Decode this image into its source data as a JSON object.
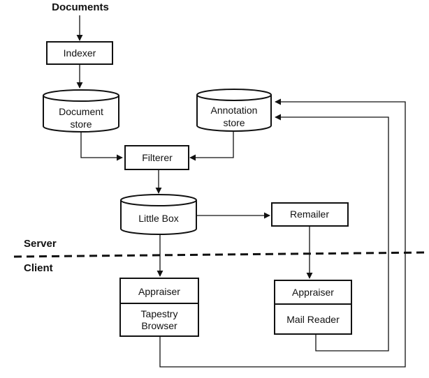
{
  "diagram": {
    "input_label": "Documents",
    "indexer": "Indexer",
    "document_store": {
      "line1": "Document",
      "line2": "store"
    },
    "annotation_store": {
      "line1": "Annotation",
      "line2": "store"
    },
    "filterer": "Filterer",
    "little_box": "Little Box",
    "remailer": "Remailer",
    "zone_server": "Server",
    "zone_client": "Client",
    "left_client": {
      "top": "Appraiser",
      "bottom_line1": "Tapestry",
      "bottom_line2": "Browser"
    },
    "right_client": {
      "top": "Appraiser",
      "bottom": "Mail Reader"
    }
  },
  "colors": {
    "ink": "#111111",
    "background": "#ffffff"
  }
}
